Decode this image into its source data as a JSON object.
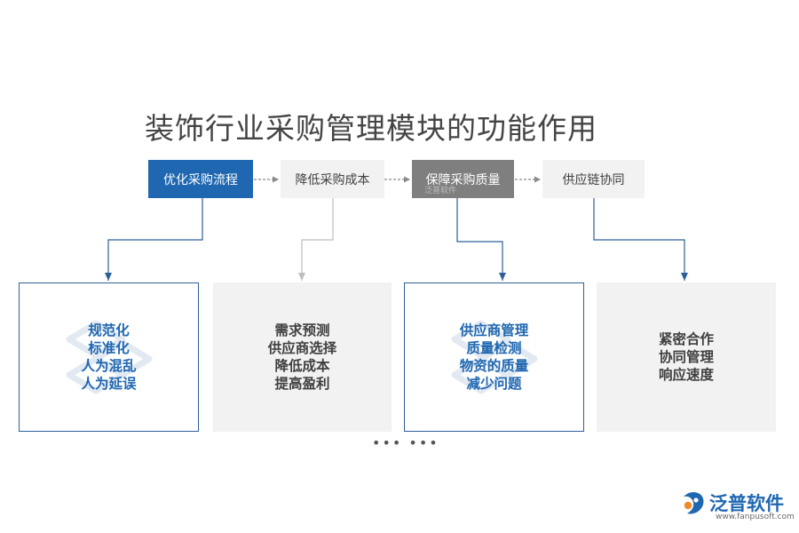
{
  "title": "装饰行业采购管理模块的功能作用",
  "steps": [
    {
      "label": "优化采购流程"
    },
    {
      "label": "降低采购成本"
    },
    {
      "label": "保障采购质量",
      "watermark": "泛普软件"
    },
    {
      "label": "供应链协同"
    }
  ],
  "cards": [
    {
      "lines": [
        "规范化",
        "标准化",
        "人为混乱",
        "人为延误"
      ]
    },
    {
      "lines": [
        "需求预测",
        "供应商选择",
        "降低成本",
        "提高盈利"
      ]
    },
    {
      "lines": [
        "供应商管理",
        "质量检测",
        "物资的质量",
        "减少问题"
      ]
    },
    {
      "lines": [
        "紧密合作",
        "协同管理",
        "响应速度"
      ]
    }
  ],
  "ellipsis": "••• •••",
  "brand": {
    "name": "泛普软件",
    "url": "www.fanpusoft.com"
  },
  "colors": {
    "blue": "#1f67b1",
    "light_gray": "#f2f2f2",
    "mid_gray": "#7f7f7f",
    "title_gray": "#454545"
  }
}
